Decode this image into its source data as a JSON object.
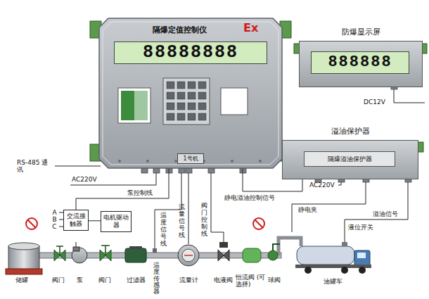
{
  "diagram": {
    "nodes": [
      {
        "text": [
          "隔爆定值控制仪",
          "88888888",
          "Ex"
        ]
      },
      {
        "text": [
          "1号机"
        ],
        "in": 0
      },
      {
        "text": [
          "防爆显示屏",
          "888888"
        ]
      },
      {
        "text": [
          "溢油保护器",
          "隔爆溢油保护器"
        ]
      },
      {
        "text": [
          "交流接触器"
        ]
      },
      {
        "text": [
          "电机驱动器"
        ]
      }
    ],
    "edges": [
      {
        "from": 0,
        "to": 4,
        "label": "泵控制线",
        "arrow": "none"
      },
      {
        "from": 4,
        "to": 5,
        "arrow": "none"
      },
      {
        "from": 0,
        "to": 3,
        "label": "静电溢油控制信号",
        "arrow": "none"
      }
    ],
    "labels": [
      "RS-485 通讯",
      "AC220V",
      "AC220V",
      "DC12V",
      "温度信号线",
      "流量信号线",
      "阀门控制线",
      "ABC",
      "静电夹",
      "溢油信号",
      "液位开关",
      "储罐",
      "阀门",
      "泵",
      "阀门",
      "过滤器",
      "温度传感器",
      "流量计",
      "电液阀",
      "恒流阀 (可选择)",
      "球阀",
      "油罐车"
    ]
  }
}
